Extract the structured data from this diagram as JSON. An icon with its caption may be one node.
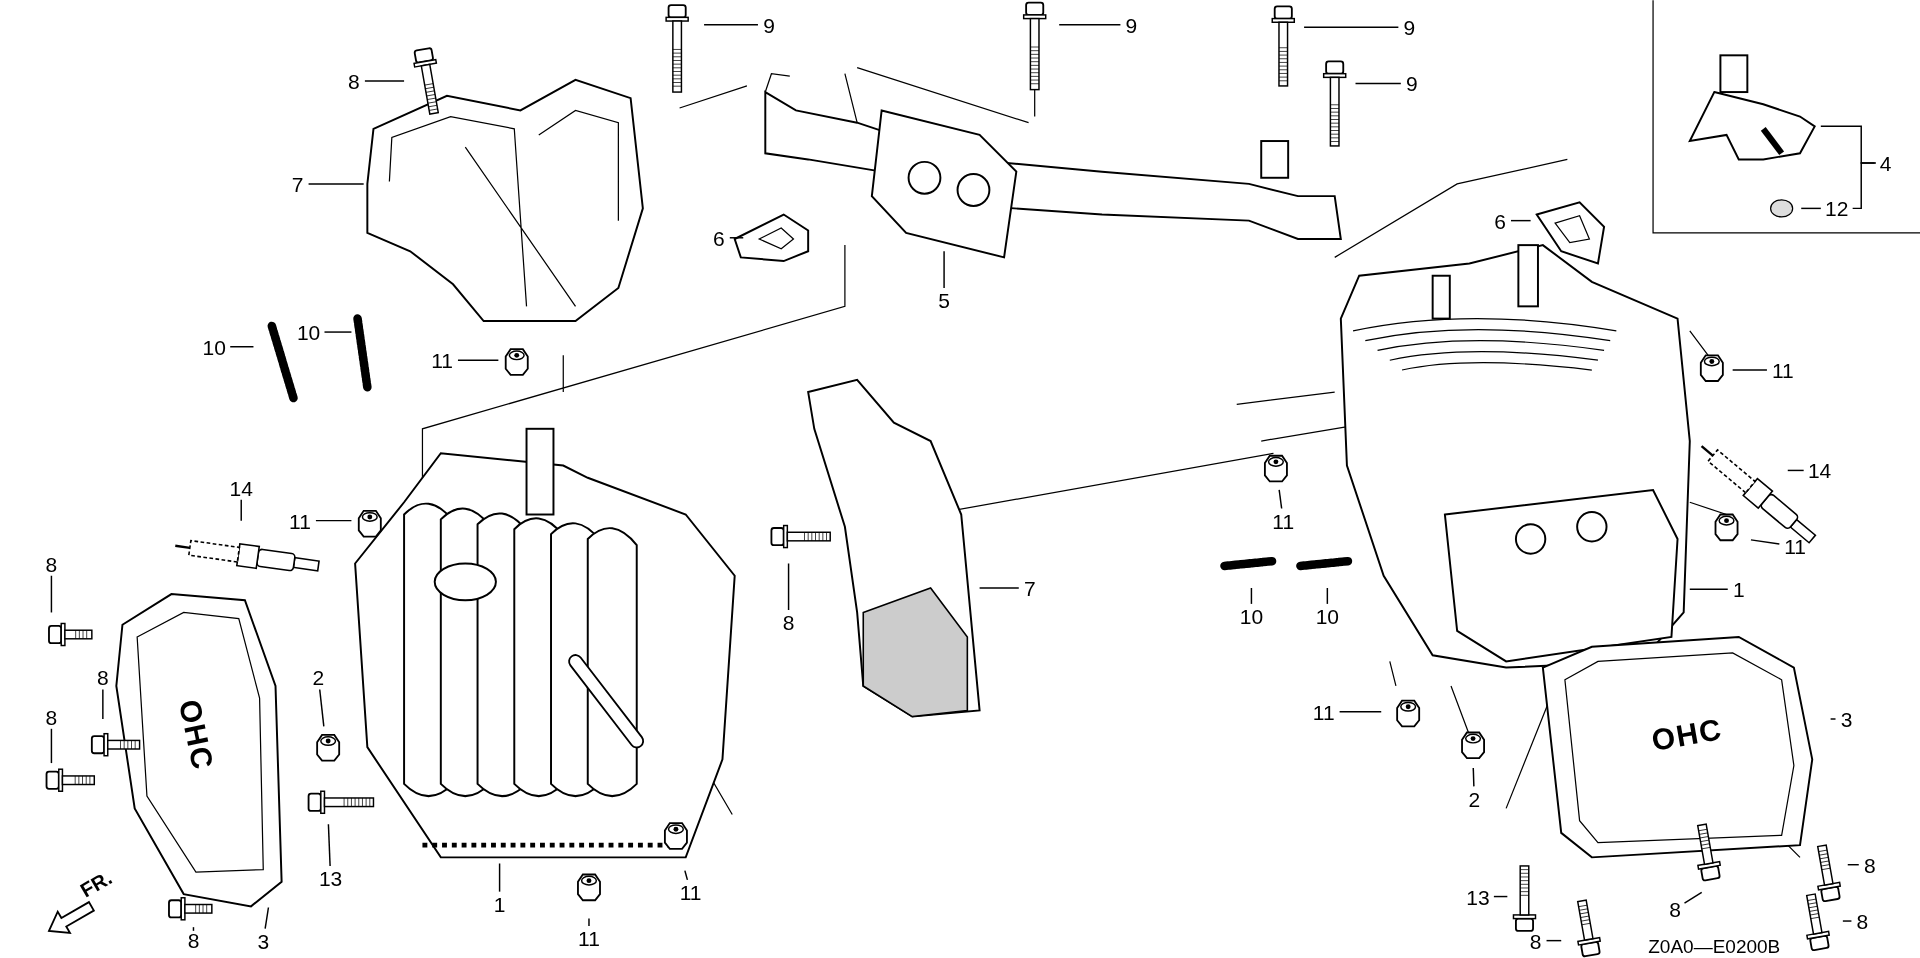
{
  "diagram": {
    "nodes": [
      {
        "text": [
          "8"
        ]
      },
      {
        "text": [
          "9"
        ]
      },
      {
        "text": [
          "9"
        ]
      },
      {
        "text": [
          "9"
        ]
      },
      {
        "text": [
          "9"
        ]
      },
      {
        "text": [
          "7"
        ]
      },
      {
        "text": [
          "6"
        ]
      },
      {
        "text": [
          "5"
        ]
      },
      {
        "text": [
          "6"
        ]
      },
      {
        "text": [
          "4"
        ]
      },
      {
        "text": [
          "12"
        ]
      },
      {
        "text": [
          "11"
        ]
      },
      {
        "text": [
          "10"
        ]
      },
      {
        "text": [
          "10"
        ]
      },
      {
        "text": [
          "14"
        ]
      },
      {
        "text": [
          "11"
        ]
      },
      {
        "text": [
          "8"
        ]
      },
      {
        "text": [
          "8"
        ]
      },
      {
        "text": [
          "8"
        ]
      },
      {
        "text": [
          "2"
        ]
      },
      {
        "text": [
          "13"
        ]
      },
      {
        "text": [
          "1"
        ]
      },
      {
        "text": [
          "11"
        ]
      },
      {
        "text": [
          "11"
        ]
      },
      {
        "text": [
          "8"
        ]
      },
      {
        "text": [
          "3"
        ]
      },
      {
        "text": [
          "8"
        ]
      },
      {
        "text": [
          "7"
        ]
      },
      {
        "text": [
          "11"
        ]
      },
      {
        "text": [
          "11"
        ]
      },
      {
        "text": [
          "14"
        ]
      },
      {
        "text": [
          "11"
        ]
      },
      {
        "text": [
          "10"
        ]
      },
      {
        "text": [
          "10"
        ]
      },
      {
        "text": [
          "1"
        ]
      },
      {
        "text": [
          "11"
        ]
      },
      {
        "text": [
          "2"
        ]
      },
      {
        "text": [
          "3"
        ]
      },
      {
        "text": [
          "13"
        ]
      },
      {
        "text": [
          "8"
        ]
      },
      {
        "text": [
          "8"
        ]
      },
      {
        "text": [
          "8"
        ]
      },
      {
        "text": [
          "8"
        ]
      }
    ],
    "edges": [
      {
        "from": 0,
        "to": null,
        "arrow": "none"
      },
      {
        "from": 1,
        "to": null,
        "arrow": "none"
      },
      {
        "from": 2,
        "to": null,
        "arrow": "none"
      },
      {
        "from": 3,
        "to": null,
        "arrow": "none"
      },
      {
        "from": 4,
        "to": null,
        "arrow": "none"
      },
      {
        "from": 5,
        "to": null,
        "arrow": "none"
      },
      {
        "from": 6,
        "to": null,
        "arrow": "none"
      },
      {
        "from": 7,
        "to": null,
        "arrow": "none"
      },
      {
        "from": 8,
        "to": null,
        "arrow": "none"
      },
      {
        "from": 9,
        "to": null,
        "arrow": "none"
      },
      {
        "from": 10,
        "to": null,
        "arrow": "none"
      },
      {
        "from": 11,
        "to": null,
        "arrow": "none"
      },
      {
        "from": 12,
        "to": null,
        "arrow": "none"
      },
      {
        "from": 13,
        "to": null,
        "arrow": "none"
      },
      {
        "from": 14,
        "to": null,
        "arrow": "none"
      },
      {
        "from": 15,
        "to": null,
        "arrow": "none"
      },
      {
        "from": 16,
        "to": null,
        "arrow": "none"
      },
      {
        "from": 17,
        "to": null,
        "arrow": "none"
      },
      {
        "from": 18,
        "to": null,
        "arrow": "none"
      },
      {
        "from": 19,
        "to": null,
        "arrow": "none"
      },
      {
        "from": 20,
        "to": null,
        "arrow": "none"
      },
      {
        "from": 21,
        "to": null,
        "arrow": "none"
      },
      {
        "from": 22,
        "to": null,
        "arrow": "none"
      },
      {
        "from": 23,
        "to": null,
        "arrow": "none"
      },
      {
        "from": 24,
        "to": null,
        "arrow": "none"
      },
      {
        "from": 25,
        "to": null,
        "arrow": "none"
      },
      {
        "from": 26,
        "to": null,
        "arrow": "none"
      },
      {
        "from": 27,
        "to": null,
        "arrow": "none"
      },
      {
        "from": 28,
        "to": null,
        "arrow": "none"
      },
      {
        "from": 29,
        "to": null,
        "arrow": "none"
      },
      {
        "from": 30,
        "to": null,
        "arrow": "none"
      },
      {
        "from": 31,
        "to": null,
        "arrow": "none"
      },
      {
        "from": 32,
        "to": null,
        "arrow": "none"
      },
      {
        "from": 33,
        "to": null,
        "arrow": "none"
      },
      {
        "from": 34,
        "to": null,
        "arrow": "none"
      },
      {
        "from": 35,
        "to": null,
        "arrow": "none"
      },
      {
        "from": 36,
        "to": null,
        "arrow": "none"
      },
      {
        "from": 37,
        "to": null,
        "arrow": "none"
      },
      {
        "from": 38,
        "to": null,
        "arrow": "none"
      },
      {
        "from": 39,
        "to": null,
        "arrow": "none"
      },
      {
        "from": 40,
        "to": null,
        "arrow": "none"
      },
      {
        "from": 41,
        "to": null,
        "arrow": "none"
      },
      {
        "from": 42,
        "to": null,
        "arrow": "none"
      },
      {
        "from": 10,
        "to": 9,
        "arrow": "none"
      }
    ],
    "labels": [
      "OHC",
      "OHC",
      "FR.",
      "Z0A0—E0200B"
    ]
  }
}
